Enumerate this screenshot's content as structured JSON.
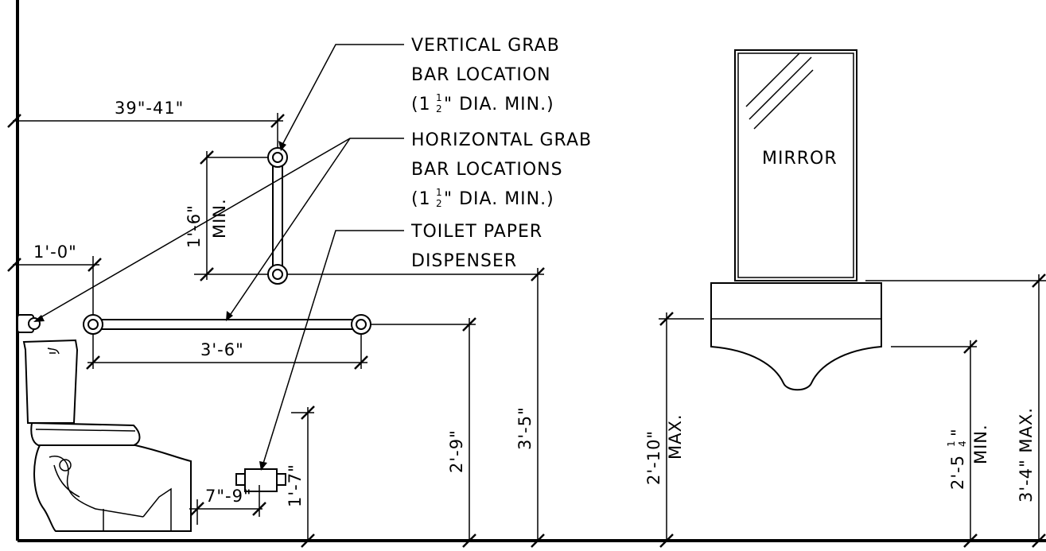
{
  "callouts": {
    "vertical_grab_bar": {
      "line1": "VERTICAL GRAB",
      "line2": "BAR LOCATION",
      "line3_pre": "(1 ",
      "frac_num": "1",
      "frac_den": "2",
      "line3_post": "\" DIA. MIN.)"
    },
    "horizontal_grab_bar": {
      "line1": "HORIZONTAL GRAB",
      "line2": "BAR LOCATIONS",
      "line3_pre": "(1 ",
      "frac_num": "1",
      "frac_den": "2",
      "line3_post": "\" DIA. MIN.)"
    },
    "toilet_paper": {
      "line1": "TOILET PAPER",
      "line2": "DISPENSER"
    },
    "mirror": "MIRROR"
  },
  "dimensions": {
    "d_39_41": "39\"-41\"",
    "d_1_6": "1'-6\"",
    "d_1_6_min": "MIN.",
    "d_1_0": "1'-0\"",
    "d_3_6": "3'-6\"",
    "d_7_9": "7\"-9\"",
    "d_1_7": "1'-7\"",
    "d_2_9": "2'-9\"",
    "d_3_5": "3'-5\"",
    "d_2_10": "2'-10\"",
    "d_2_10_max": "MAX.",
    "d_2_5_pre": "2'-5",
    "d_2_5_num": "1",
    "d_2_5_den": "4",
    "d_2_5_post": "\"",
    "d_2_5_min": "MIN.",
    "d_3_4": "3'-4\" MAX."
  }
}
